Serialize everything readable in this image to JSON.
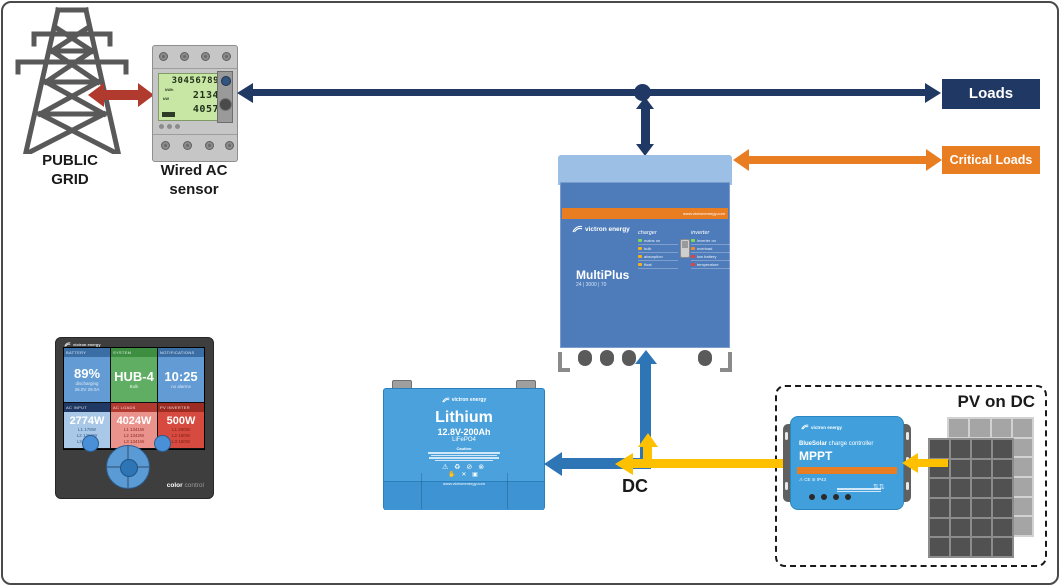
{
  "colors": {
    "navy": "#203864",
    "orange": "#E87D22",
    "brick_red": "#B03A2E",
    "medium_blue": "#2E75B6",
    "yellow": "#FFC000",
    "victron_device_blue": "#4AA1DC",
    "multiplus_blue": "#4E7CBB",
    "pv_panel_dark": "#515151",
    "pv_panel_light": "#A5A5A5"
  },
  "public_grid": {
    "line1": "PUBLIC",
    "line2": "GRID"
  },
  "ac_sensor": {
    "label_line1": "Wired AC",
    "label_line2": "sensor",
    "lcd": {
      "row1": "30456789",
      "row1_unit": "kWh",
      "row2": "2134",
      "row2_unit": "kW",
      "row3": "4057"
    }
  },
  "loads": {
    "label": "Loads"
  },
  "critical_loads": {
    "label": "Critical Loads"
  },
  "multiplus": {
    "brand": "victron energy",
    "website": "www.victronenergy.com",
    "model": "MultiPlus",
    "spec": "24 | 3000 | 70",
    "charger": {
      "header": "charger",
      "leds": [
        "mains on",
        "bulk",
        "absorption",
        "float"
      ]
    },
    "inverter": {
      "header": "inverter",
      "leds": [
        "inverter on",
        "overload",
        "low battery",
        "temperature"
      ]
    }
  },
  "ccgx": {
    "brand": "victron energy",
    "footer_bold": "color",
    "footer_light": "control",
    "tiles": {
      "battery": {
        "header": "BATTERY",
        "value": "89%",
        "line1": "discharging",
        "line2": "26.0V  29.0A"
      },
      "system": {
        "header": "SYSTEM",
        "value": "HUB-4",
        "line1": "Bulk"
      },
      "notifications": {
        "header": "NOTIFICATIONS",
        "value": "10:25",
        "line1": "no alarms"
      },
      "ac_input": {
        "header": "AC INPUT",
        "value": "2774W",
        "l1": "L1  178W",
        "l2": "L2 1262W",
        "l3": "L3 1334W"
      },
      "ac_loads": {
        "header": "AC LOADS",
        "value": "4024W",
        "l1": "L1 1341W",
        "l2": "L2 1342W",
        "l3": "L3 1341W"
      },
      "pv_inverter": {
        "header": "PV INVERTER",
        "value": "500W",
        "l1": "L1  200W",
        "l2": "L2  150W",
        "l3": "L3  150W"
      }
    }
  },
  "battery": {
    "brand": "victron energy",
    "title": "Lithium",
    "spec": "12.8V-200Ah",
    "chemistry": "LiFePO4",
    "caution": "Caution",
    "icons_row1": "⚠ ♻ ⊘ ⊗",
    "icons_row2": "✋ ✕ ▣",
    "website": "www.victronenergy.com"
  },
  "dc_label": "DC",
  "pv_section": {
    "label": "PV on DC"
  },
  "mppt": {
    "brand": "victron energy",
    "product_bold": "BlueSolar",
    "product_rest": " charge controller",
    "model": "MPPT",
    "cert": "⚠ CE ⊘ IP43"
  }
}
